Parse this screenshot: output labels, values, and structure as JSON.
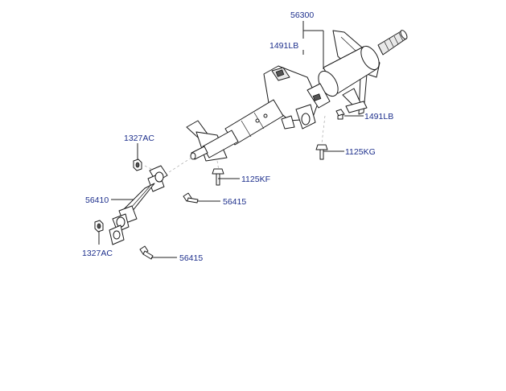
{
  "diagram": {
    "labels": {
      "steering_column": "56300",
      "bracket_upper": "1491LB",
      "bracket_right": "1491LB",
      "bolt_right": "1125KG",
      "bolt_center": "1125KF",
      "nut_upper": "1327AC",
      "nut_lower": "1327AC",
      "universal_joint": "56410",
      "bolt_upper_joint": "56415",
      "bolt_lower_joint": "56415"
    },
    "colors": {
      "label": "#1d2f8c",
      "line": "#222222"
    }
  }
}
